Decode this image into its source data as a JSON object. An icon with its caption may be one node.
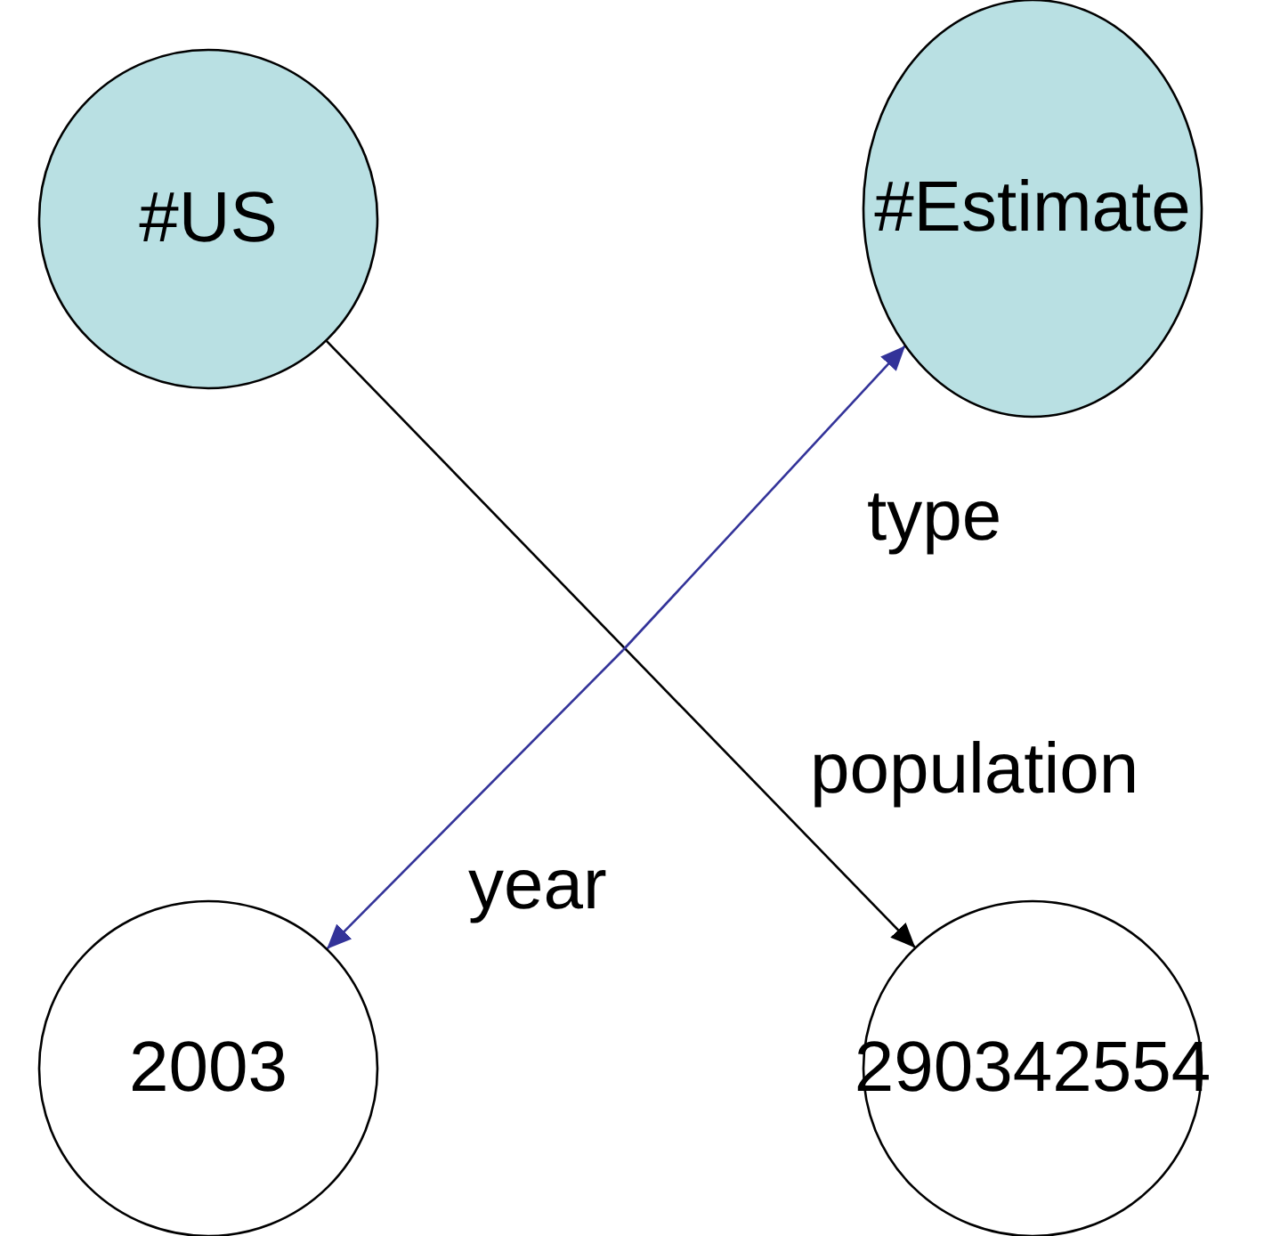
{
  "diagram": {
    "nodes": [
      {
        "text": [
          "#US"
        ]
      },
      {
        "text": [
          "#Estimate"
        ]
      },
      {
        "text": [
          "2003"
        ]
      },
      {
        "text": [
          "290342554"
        ]
      }
    ],
    "edges": [
      {
        "from": 0,
        "to": 3,
        "arrow": "to",
        "label": "population",
        "color": "#000000"
      },
      {
        "from": null,
        "to": 1,
        "arrow": "to",
        "label": "type",
        "color": "#333399"
      },
      {
        "from": null,
        "to": 2,
        "arrow": "to",
        "label": "year",
        "color": "#333399"
      }
    ]
  }
}
